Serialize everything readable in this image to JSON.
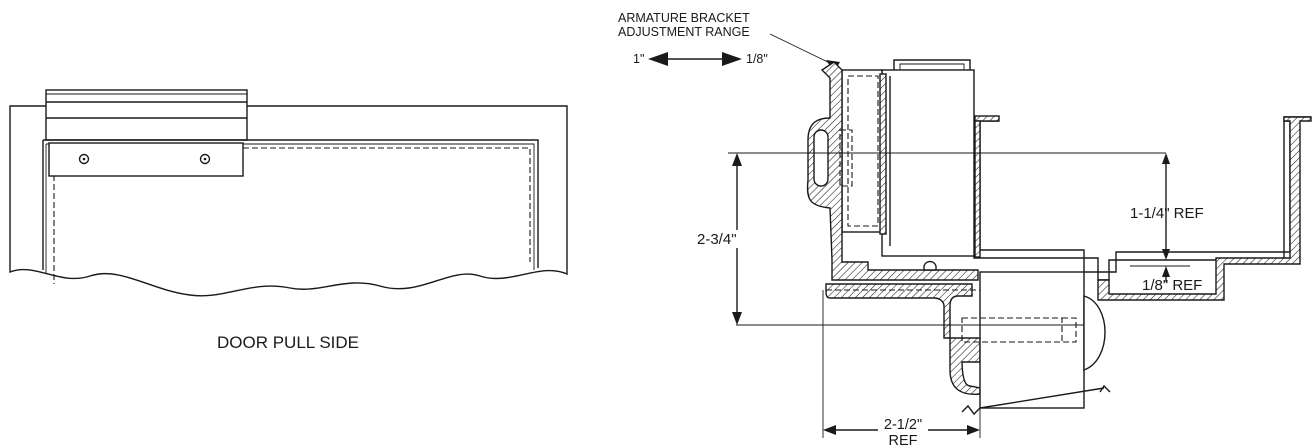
{
  "left_view": {
    "caption": "DOOR PULL SIDE"
  },
  "right_view": {
    "callout_line1": "ARMATURE BRACKET",
    "callout_line2": "ADJUSTMENT RANGE",
    "range_left": "1\"",
    "range_right": "1/8\"",
    "dim_vertical_left": "2-3/4\"",
    "dim_upper_right": "1-1/4\" REF",
    "dim_lower_right": "1/8\" REF",
    "dim_bottom_line1": "2-1/2\"",
    "dim_bottom_line2": "REF"
  }
}
